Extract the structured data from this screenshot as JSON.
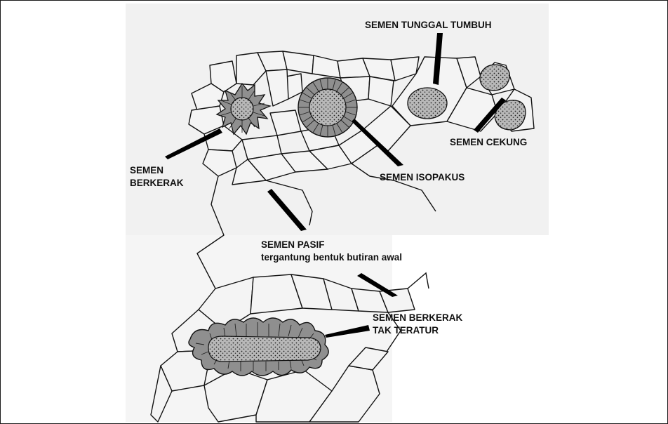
{
  "labels": {
    "semen_tunggal_tumbuh": "SEMEN TUNGGAL TUMBUH",
    "semen_cekung": "SEMEN CEKUNG",
    "semen_isopakus": "SEMEN ISOPAKUS",
    "semen_berkerak_line1": "SEMEN",
    "semen_berkerak_line2": "BERKERAK",
    "semen_pasif_line1": "SEMEN PASIF",
    "semen_pasif_line2": "tergantung bentuk butiran awal",
    "semen_berkerak_tak_teratur_line1": "SEMEN BERKERAK",
    "semen_berkerak_tak_teratur_line2": "TAK TERATUR"
  },
  "colors": {
    "background": "#ffffff",
    "shaded_panel": "#f1f1f1",
    "grain_fill": "#f4f4f4",
    "crust_fill": "#8f8f8f",
    "speckled_fill": "#b8b8b8",
    "line": "#111111"
  }
}
